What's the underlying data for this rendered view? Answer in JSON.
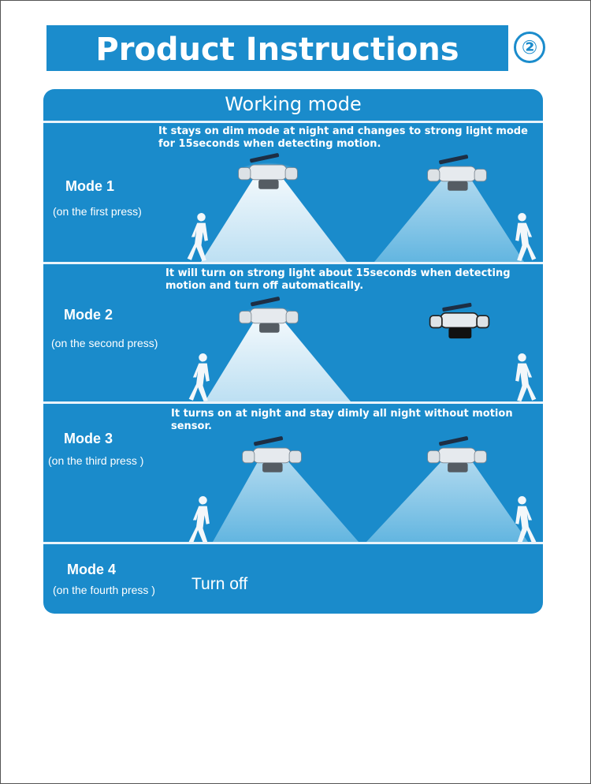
{
  "header": {
    "title": "Product Instructions",
    "page_number": "②"
  },
  "panel": {
    "title": "Working mode"
  },
  "modes": [
    {
      "name": "Mode 1",
      "press": "(on the first press)",
      "description": "It stays on dim mode at night and changes to strong light  mode for 15seconds when detecting motion."
    },
    {
      "name": "Mode 2",
      "press": "(on the second press)",
      "description": "It will turn on strong light about 15seconds when detecting motion and turn off automatically."
    },
    {
      "name": "Mode 3",
      "press": "(on the third press )",
      "description": "It turns on at night and stay dimly all night without motion sensor."
    },
    {
      "name": "Mode 4",
      "press": "(on the fourth press )",
      "description": "Turn off"
    }
  ],
  "colors": {
    "title_blue": "#1b8ccc",
    "panel_blue": "#1a8bcb",
    "beam_strong": "#dbeef8",
    "beam_dim": "#7cc3e6"
  }
}
